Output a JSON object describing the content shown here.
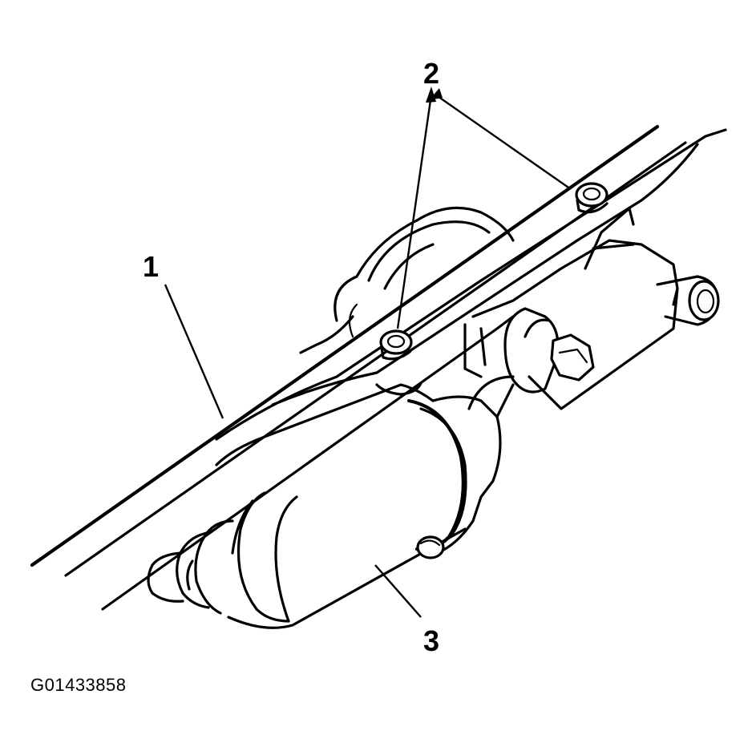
{
  "callouts": [
    {
      "id": "1",
      "label": "1"
    },
    {
      "id": "2",
      "label": "2"
    },
    {
      "id": "3",
      "label": "3"
    }
  ],
  "figure_id": "G01433858"
}
